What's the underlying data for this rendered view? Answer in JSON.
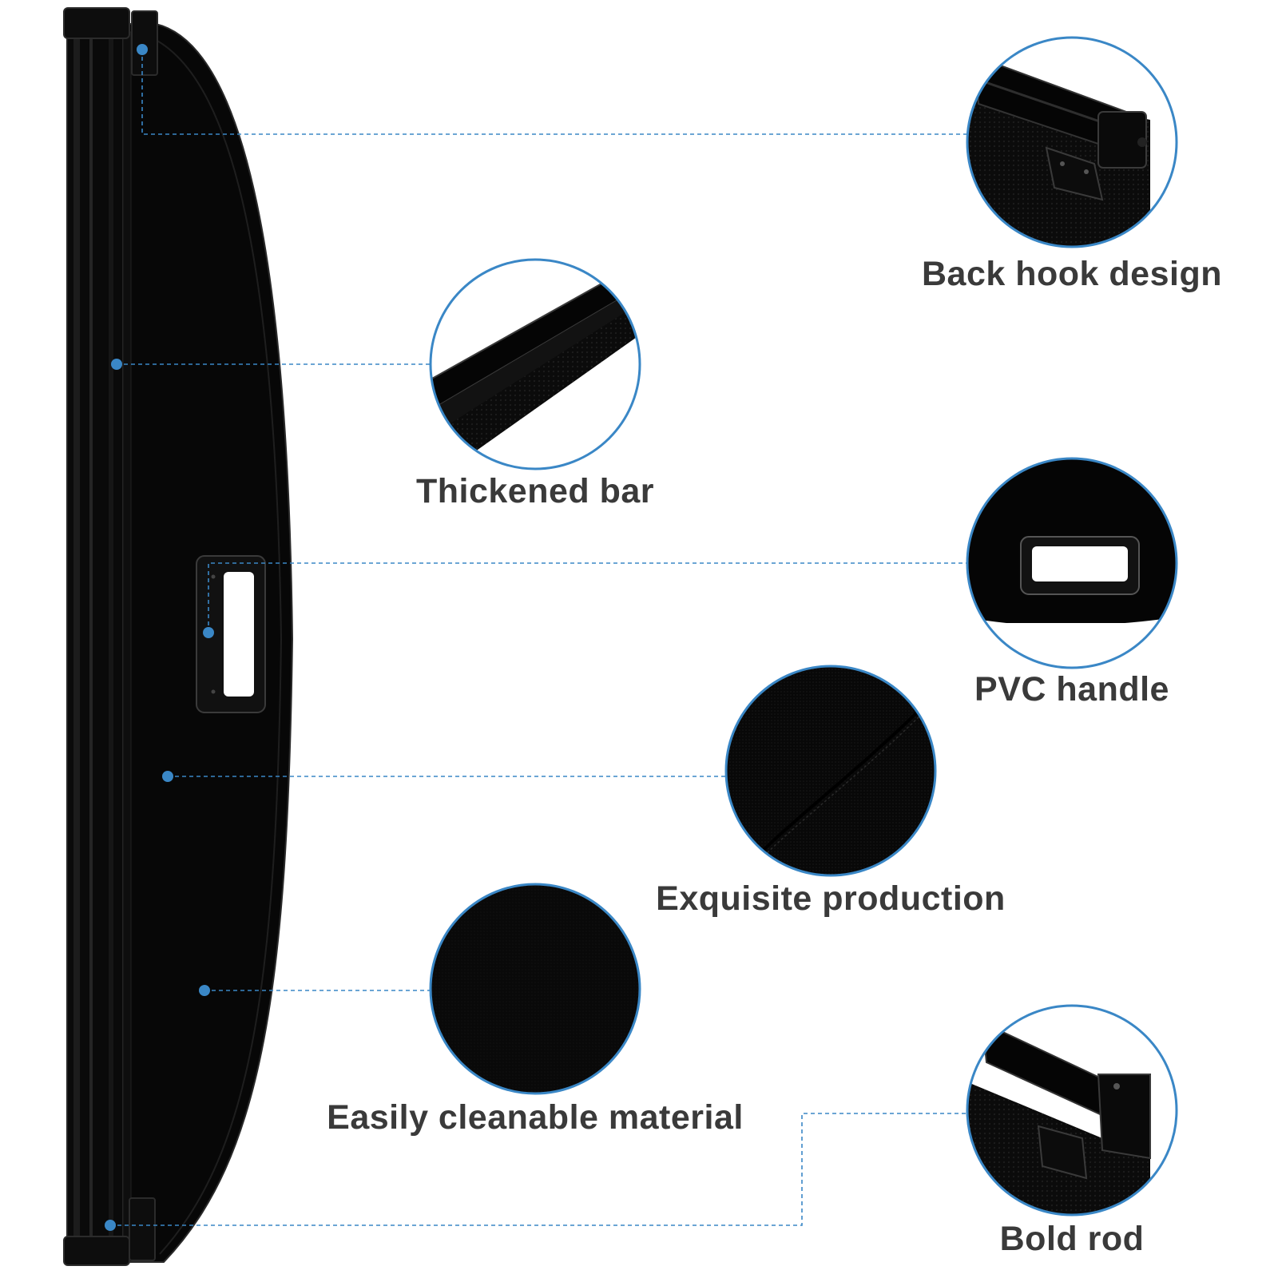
{
  "accent_color": "#3a87c6",
  "product": {
    "name": "cargo-cover"
  },
  "features": [
    {
      "label": "Back hook design",
      "icon": "hook-end-closeup"
    },
    {
      "label": "Thickened bar",
      "icon": "bar-closeup"
    },
    {
      "label": "PVC handle",
      "icon": "handle-closeup"
    },
    {
      "label": "Exquisite production",
      "icon": "fabric-seam-closeup"
    },
    {
      "label": "Easily cleanable material",
      "icon": "fabric-closeup"
    },
    {
      "label": "Bold rod",
      "icon": "rod-end-closeup"
    }
  ]
}
